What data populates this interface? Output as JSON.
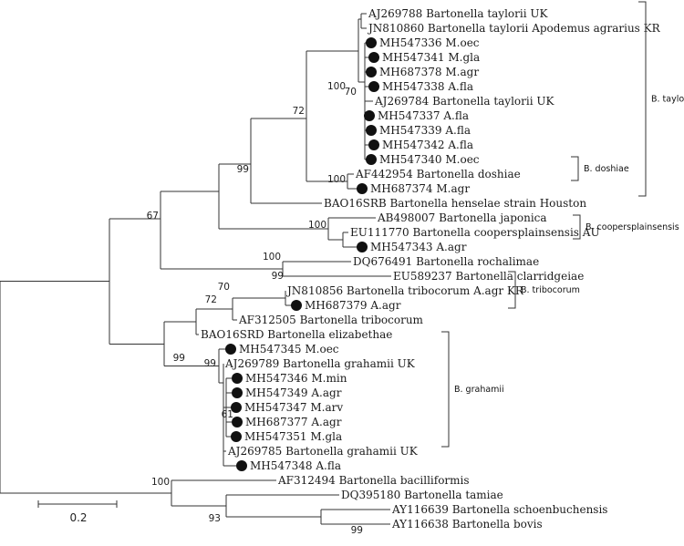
{
  "figure": {
    "type": "phylogenetic-tree",
    "scale_bar_label": "0.2",
    "leaf_marker_color": "#111111",
    "branch_color": "#333333"
  },
  "taxa": [
    {
      "label": "AJ269788 Bartonella taylorii UK",
      "marker": false
    },
    {
      "label": "JN810860 Bartonella taylorii Apodemus agrarius KR",
      "marker": false
    },
    {
      "label": "MH547336 M.oec",
      "marker": true
    },
    {
      "label": "MH547341 M.gla",
      "marker": true
    },
    {
      "label": "MH687378 M.agr",
      "marker": true
    },
    {
      "label": "MH547338 A.fla",
      "marker": true
    },
    {
      "label": "AJ269784 Bartonella taylorii UK",
      "marker": false
    },
    {
      "label": "MH547337 A.fla",
      "marker": true
    },
    {
      "label": "MH547339 A.fla",
      "marker": true
    },
    {
      "label": "MH547342 A.fla",
      "marker": true
    },
    {
      "label": "MH547340 M.oec",
      "marker": true
    },
    {
      "label": "AF442954 Bartonella doshiae",
      "marker": false
    },
    {
      "label": "MH687374 M.agr",
      "marker": true
    },
    {
      "label": "BAO16SRB Bartonella henselae strain Houston",
      "marker": false
    },
    {
      "label": "AB498007 Bartonella japonica",
      "marker": false
    },
    {
      "label": "EU111770 Bartonella coopersplainsensis AU",
      "marker": false
    },
    {
      "label": "MH547343 A.agr",
      "marker": true
    },
    {
      "label": "DQ676491 Bartonella rochalimae",
      "marker": false
    },
    {
      "label": "EU589237 Bartonella clarridgeiae",
      "marker": false
    },
    {
      "label": "JN810856 Bartonella tribocorum A.agr KR",
      "marker": false
    },
    {
      "label": "MH687379 A.agr",
      "marker": true
    },
    {
      "label": "AF312505 Bartonella tribocorum",
      "marker": false
    },
    {
      "label": "BAO16SRD Bartonella elizabethae",
      "marker": false
    },
    {
      "label": "MH547345 M.oec",
      "marker": true
    },
    {
      "label": "AJ269789 Bartonella grahamii UK",
      "marker": false
    },
    {
      "label": "MH547346 M.min",
      "marker": true
    },
    {
      "label": "MH547349 A.agr",
      "marker": true
    },
    {
      "label": "MH547347 M.arv",
      "marker": true
    },
    {
      "label": "MH687377 A.agr",
      "marker": true
    },
    {
      "label": "MH547351 M.gla",
      "marker": true
    },
    {
      "label": "AJ269785 Bartonella grahamii UK",
      "marker": false
    },
    {
      "label": "MH547348 A.fla",
      "marker": true
    },
    {
      "label": "AF312494 Bartonella bacilliformis",
      "marker": false
    },
    {
      "label": "DQ395180 Bartonella tamiae",
      "marker": false
    },
    {
      "label": "AY116639 Bartonella schoenbuchensis",
      "marker": false
    },
    {
      "label": "AY116638 Bartonella bovis",
      "marker": false
    }
  ],
  "bootstrap_values": [
    "100",
    "70",
    "72",
    "99",
    "100",
    "67",
    "100",
    "100",
    "99",
    "70",
    "72",
    "99",
    "99",
    "61",
    "100",
    "93",
    "99"
  ],
  "clades": [
    {
      "label": "B. taylorii"
    },
    {
      "label": "B. doshiae"
    },
    {
      "label": "B. coopersplainsensis"
    },
    {
      "label": "B. tribocorum"
    },
    {
      "label": "B. grahamii"
    }
  ]
}
